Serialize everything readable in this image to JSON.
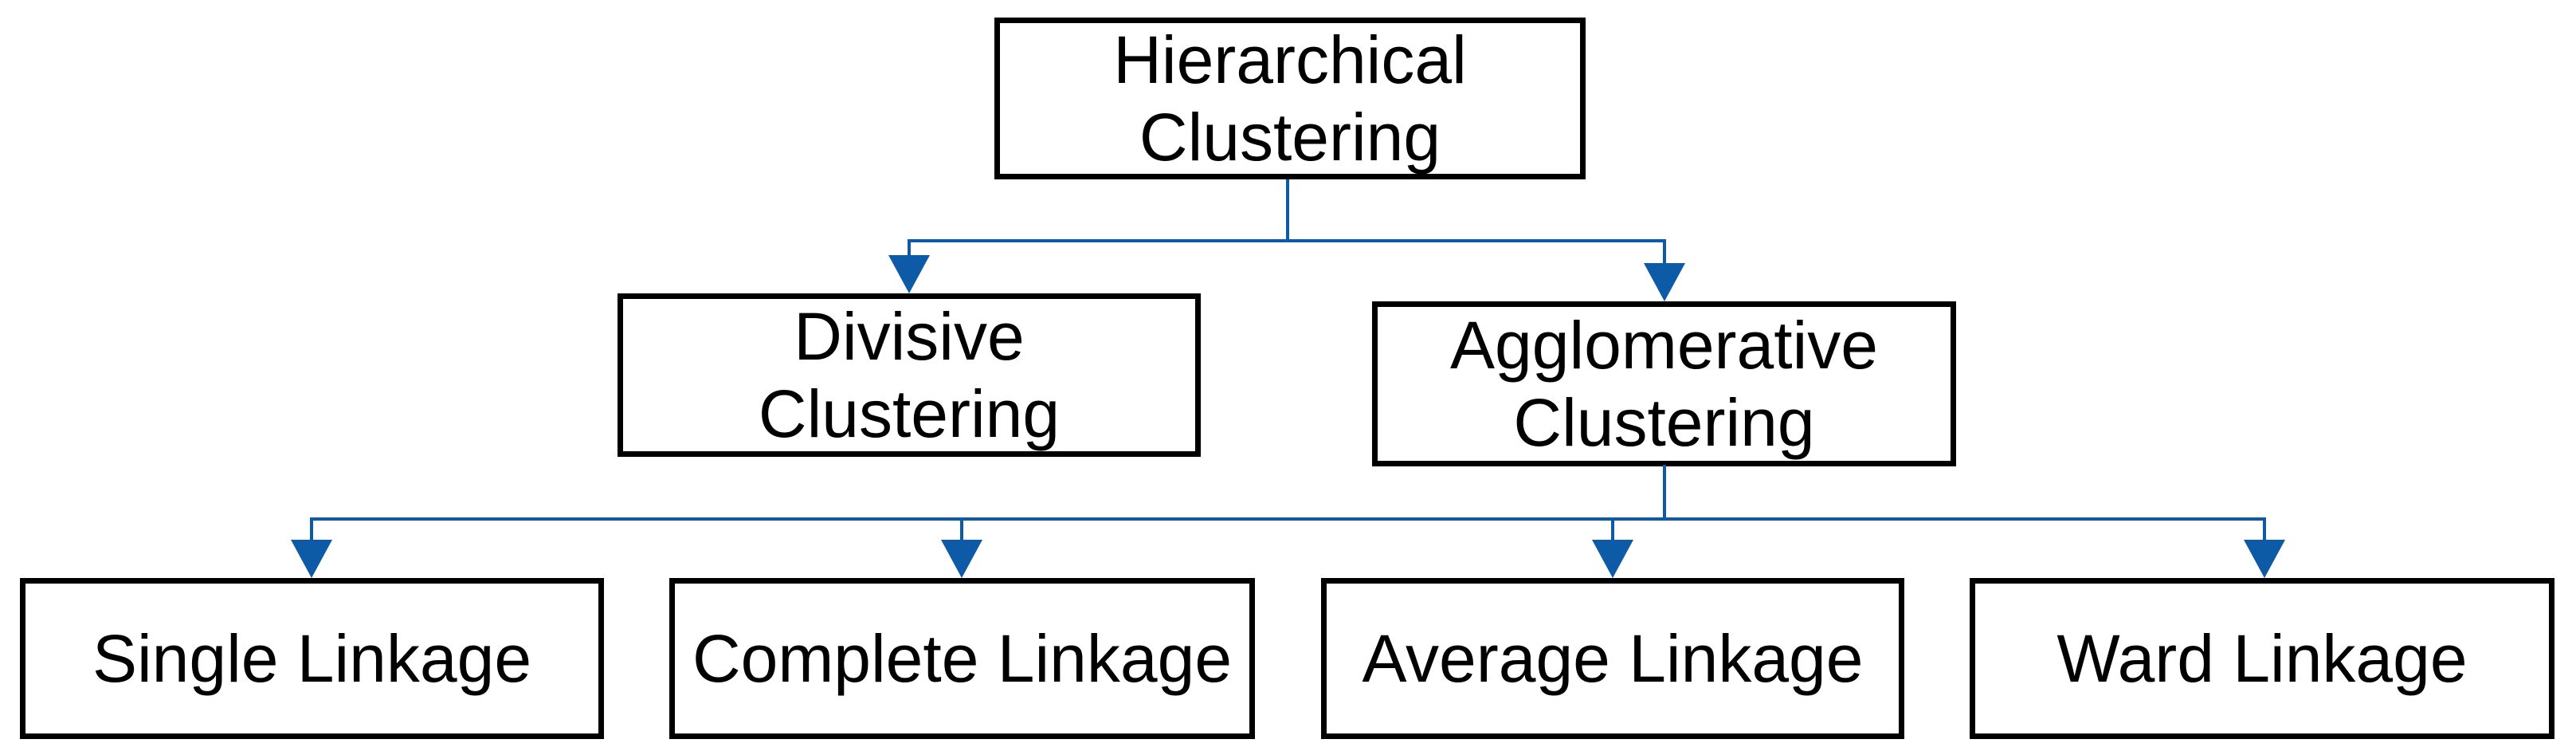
{
  "diagram": {
    "description": "Hierarchical clustering taxonomy flowchart",
    "nodes": {
      "root": {
        "label": "Hierarchical\nClustering"
      },
      "divisive": {
        "label": "Divisive\nClustering"
      },
      "agglomerative": {
        "label": "Agglomerative\nClustering"
      },
      "single": {
        "label": "Single Linkage"
      },
      "complete": {
        "label": "Complete Linkage"
      },
      "average": {
        "label": "Average Linkage"
      },
      "ward": {
        "label": "Ward Linkage"
      }
    },
    "edges": [
      {
        "from": "Hierarchical Clustering",
        "to": "Divisive Clustering",
        "style": "elbow-arrow"
      },
      {
        "from": "Hierarchical Clustering",
        "to": "Agglomerative Clustering",
        "style": "elbow-arrow"
      },
      {
        "from": "Agglomerative Clustering",
        "to": "Single Linkage",
        "style": "elbow-arrow"
      },
      {
        "from": "Agglomerative Clustering",
        "to": "Complete Linkage",
        "style": "elbow-arrow"
      },
      {
        "from": "Agglomerative Clustering",
        "to": "Average Linkage",
        "style": "elbow-arrow"
      },
      {
        "from": "Agglomerative Clustering",
        "to": "Ward Linkage",
        "style": "elbow-arrow"
      }
    ]
  },
  "colors": {
    "connector": "#0d5aa7",
    "box_border": "#000000",
    "box_fill": "#ffffff",
    "text": "#000000",
    "background": "#ffffff"
  }
}
